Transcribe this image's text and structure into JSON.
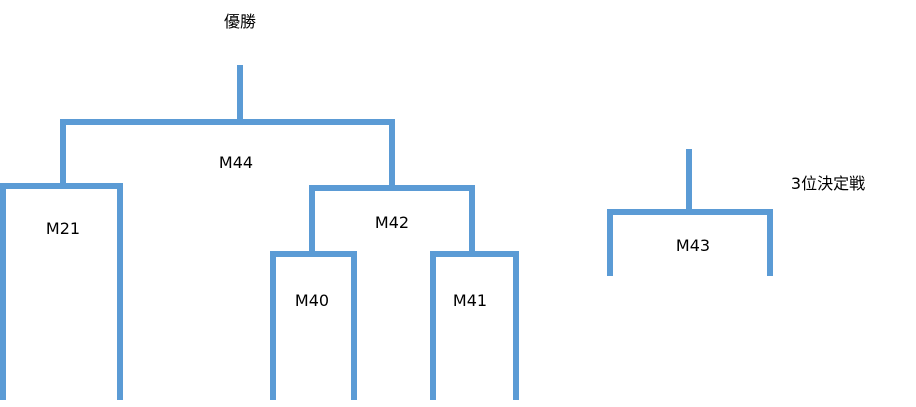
{
  "labels": {
    "champion": "優勝",
    "third_place": "3位決定戦",
    "m44": "M44",
    "m42": "M42",
    "m21": "M21",
    "m40": "M40",
    "m41": "M41",
    "m43": "M43"
  },
  "colors": {
    "line": "#5b9bd5",
    "text": "#000000"
  }
}
